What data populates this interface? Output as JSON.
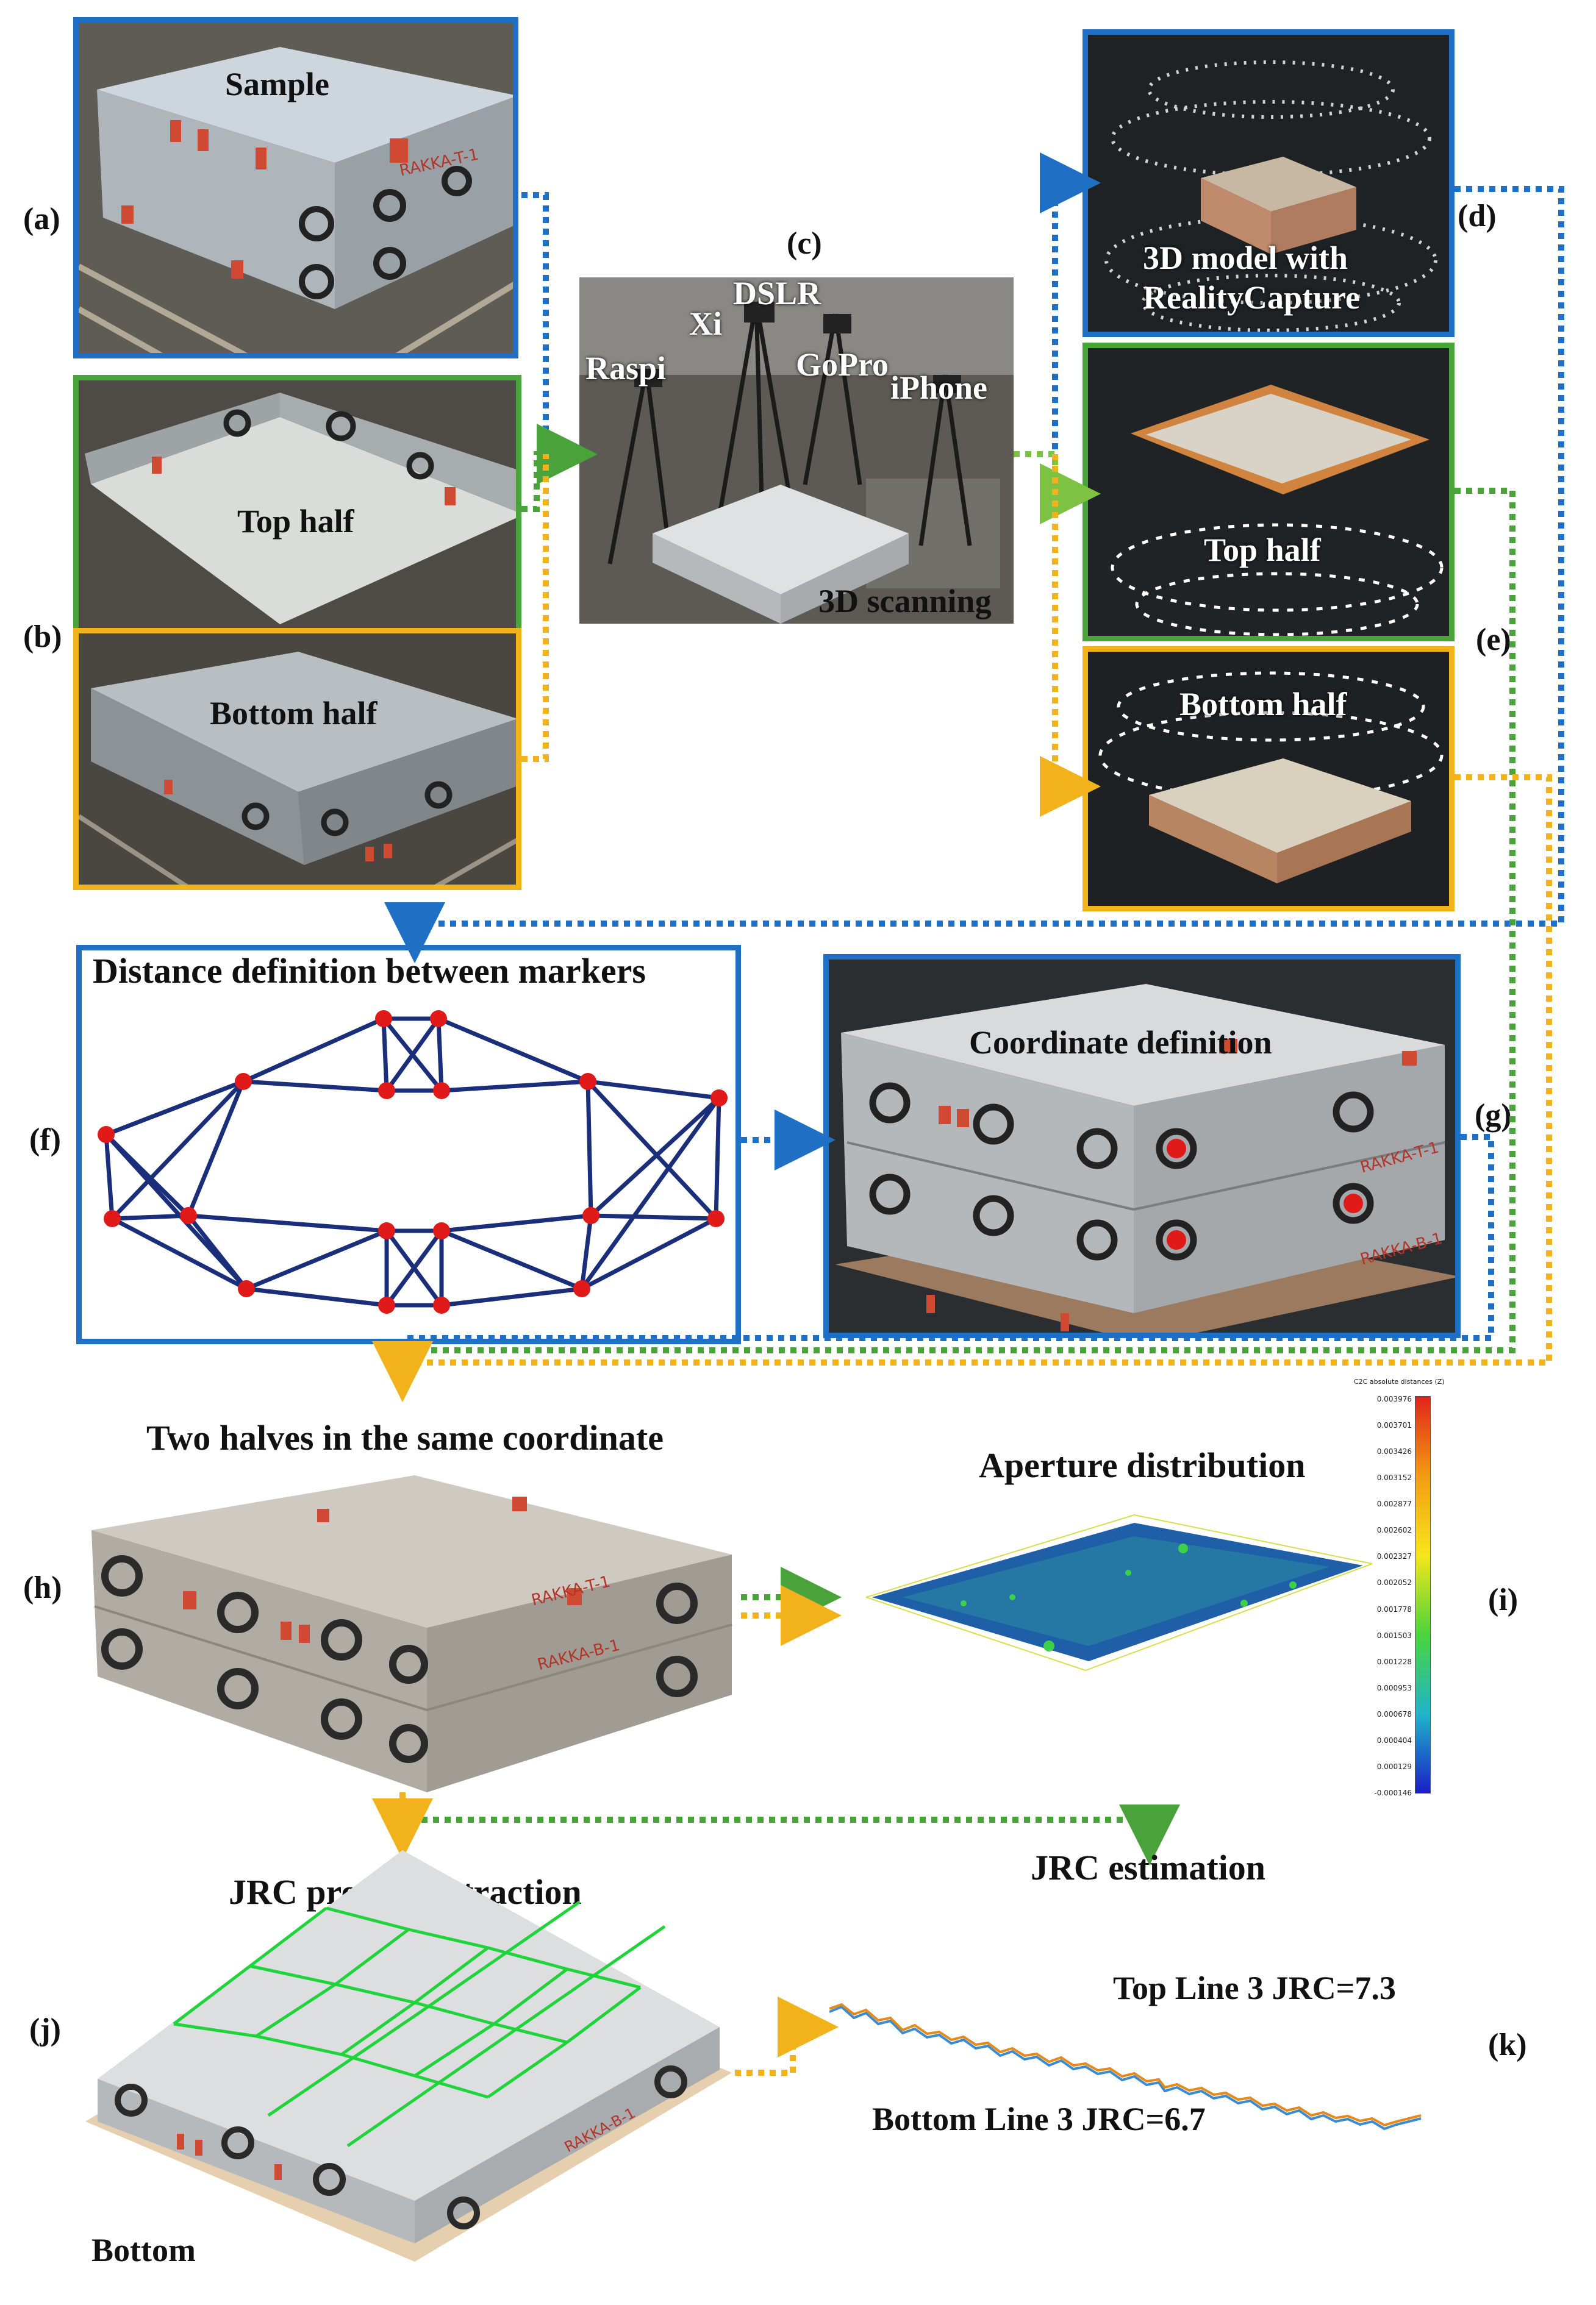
{
  "labels": {
    "a": "(a)",
    "b": "(b)",
    "c": "(c)",
    "d": "(d)",
    "e": "(e)",
    "f": "(f)",
    "g": "(g)",
    "h": "(h)",
    "i": "(i)",
    "j": "(j)",
    "k": "(k)"
  },
  "panel_a": {
    "caption": "Sample",
    "marking": "RAKKA-T-1"
  },
  "panel_b": {
    "top_caption": "Top half",
    "bottom_caption": "Bottom half"
  },
  "panel_c": {
    "devices": [
      "DSLR",
      "Xi",
      "Raspi",
      "GoPro",
      "iPhone"
    ],
    "caption": "3D scanning"
  },
  "panel_d": {
    "caption_line1": "3D model with",
    "caption_line2": "RealityCapture"
  },
  "panel_e": {
    "top_caption": "Top half",
    "bottom_caption": "Bottom half"
  },
  "panel_f": {
    "title": "Distance definition between markers"
  },
  "panel_g": {
    "caption": "Coordinate definition",
    "marking_top": "RAKKA-T-1",
    "marking_bottom": "RAKKA-B-1"
  },
  "panel_h": {
    "title": "Two halves in the same coordinate",
    "marking_top": "RAKKA-T-1",
    "marking_bottom": "RAKKA-B-1"
  },
  "panel_i": {
    "title": "Aperture distribution",
    "colorbar_title": "C2C absolute distances (Z)",
    "colorbar_ticks": [
      "0.003976",
      "0.003701",
      "0.003426",
      "0.003152",
      "0.002877",
      "0.002602",
      "0.002327",
      "0.002052",
      "0.001778",
      "0.001503",
      "0.001228",
      "0.000953",
      "0.000678",
      "0.000404",
      "0.000129",
      "-0.000146"
    ]
  },
  "jrc_estimation": {
    "label": "JRC estimation"
  },
  "panel_j": {
    "title": "JRC profiles extraction",
    "caption": "Bottom",
    "marking": "RAKKA-B-1"
  },
  "panel_k": {
    "top_label": "Top Line 3  JRC=7.3",
    "bottom_label": "Bottom Line 3  JRC=6.7"
  },
  "colors": {
    "blue": "#1f6fc5",
    "green": "#4aa23a",
    "yellow": "#f2b21b",
    "marker": "#e01919",
    "graph_edge": "#1b2e7a"
  }
}
